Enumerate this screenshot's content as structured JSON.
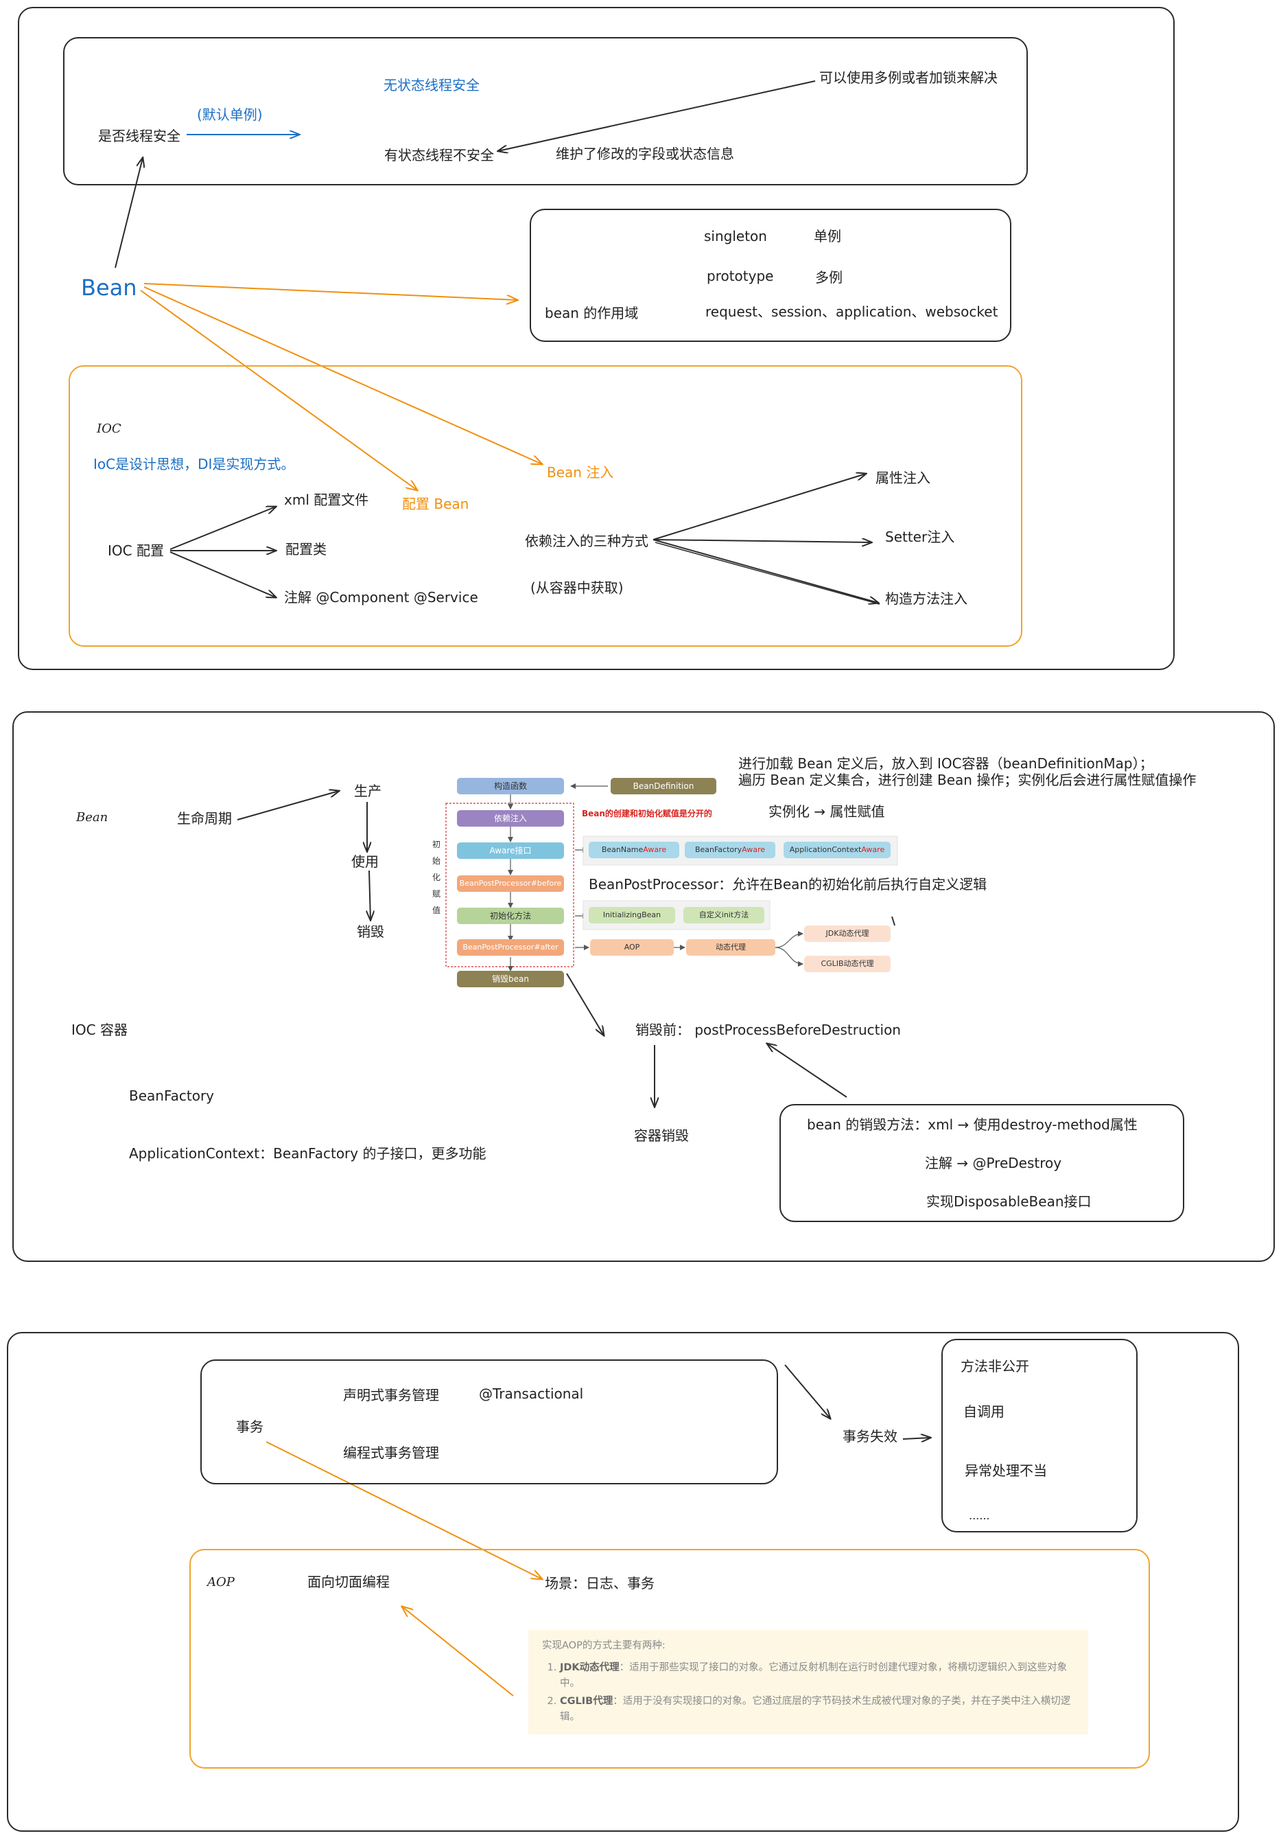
{
  "colors": {
    "blue": "#1c6fc4",
    "orange": "#f0900f",
    "stroke": "#2b2b2b",
    "note_bg": "#fdf7e4"
  },
  "panel1": {
    "thread_safety": {
      "question": "是否线程安全",
      "default_singleton": "(默认单例)",
      "stateless": "无状态线程安全",
      "stateful": "有状态线程不安全",
      "solution": "可以使用多例或者加锁来解决",
      "reason": "维护了修改的字段或状态信息"
    },
    "bean_title": "Bean",
    "scope": {
      "label": "bean 的作用域",
      "singleton": "singleton",
      "singleton_cn": "单例",
      "prototype": "prototype",
      "prototype_cn": "多例",
      "others": "request、session、application、websocket"
    },
    "ioc": {
      "title": "IOC",
      "note": "IoC是设计思想，DI是实现方式。",
      "config_label": "IOC 配置",
      "xml": "xml 配置文件",
      "config_class": "配置类",
      "annotation": "注解 @Component @Service",
      "config_bean": "配置 Bean",
      "bean_injection": "Bean 注入",
      "di_three": "依赖注入的三种方式",
      "from_container": "(从容器中获取)",
      "field_injection": "属性注入",
      "setter_injection": "Setter注入",
      "constructor_injection": "构造方法注入"
    }
  },
  "panel2": {
    "bean": "Bean",
    "lifecycle": "生命周期",
    "produce": "生产",
    "use": "使用",
    "destroy": "销毁",
    "desc_line1": "进行加载 Bean 定义后，放入到 IOC容器（beanDefinitionMap）；",
    "desc_line2": "遍历 Bean 定义集合，进行创建 Bean 操作；实例化后会进行属性赋值操作",
    "instantiate": "实例化  →  属性赋值",
    "bpp_desc": "BeanPostProcessor：允许在Bean的初始化前后执行自定义逻辑",
    "flow": {
      "constructor": "构造函数",
      "bean_definition": "BeanDefinition",
      "di": "依赖注入",
      "aware": "Aware接口",
      "bpp_before": "BeanPostProcessor#before",
      "init_method": "初始化方法",
      "bpp_after": "BeanPostProcessor#after",
      "destroy_bean": "销毁bean",
      "note": "Bean的创建和初始化赋值是分开的",
      "side_label": [
        "初",
        "始",
        "化",
        "赋",
        "值"
      ],
      "bean_name_aware_prefix": "BeanName",
      "bean_factory_aware_prefix": "BeanFactory",
      "app_ctx_aware_prefix": "ApplicationContext",
      "aware_suffix": "Aware",
      "initializing_bean": "InitializingBean",
      "custom_init": "自定义init方法",
      "aop": "AOP",
      "dynamic_proxy": "动态代理",
      "jdk_proxy": "JDK动态代理",
      "cglib_proxy": "CGLIB动态代理"
    },
    "before_destroy": "销毁前：  postProcessBeforeDestruction",
    "container_destroy": "容器销毁",
    "ioc_container": "IOC 容器",
    "bean_factory": "BeanFactory",
    "application_context": "ApplicationContext：BeanFactory 的子接口，更多功能",
    "destroy_methods": {
      "line1": "bean 的销毁方法：xml → 使用destroy-method属性",
      "line2": "注解  → @PreDestroy",
      "line3": "实现DisposableBean接口"
    }
  },
  "panel3": {
    "transaction": "事务",
    "declarative": "声明式事务管理",
    "transactional": "@Transactional",
    "programmatic": "编程式事务管理",
    "failure": "事务失效",
    "failure_reasons": [
      "方法非公开",
      "自调用",
      "异常处理不当",
      "......"
    ],
    "aop": "AOP",
    "aop_desc": "面向切面编程",
    "scenario": "场景：日志、事务",
    "aop_note": {
      "intro": "实现AOP的方式主要有两种:",
      "item1_title": "JDK动态代理",
      "item1_text": "：适用于那些实现了接口的对象。它通过反射机制在运行时创建代理对象，将横切逻辑织入到这些对象中。",
      "item2_title": "CGLIB代理",
      "item2_text": "：适用于没有实现接口的对象。它通过底层的字节码技术生成被代理对象的子类，并在子类中注入横切逻辑。"
    }
  }
}
